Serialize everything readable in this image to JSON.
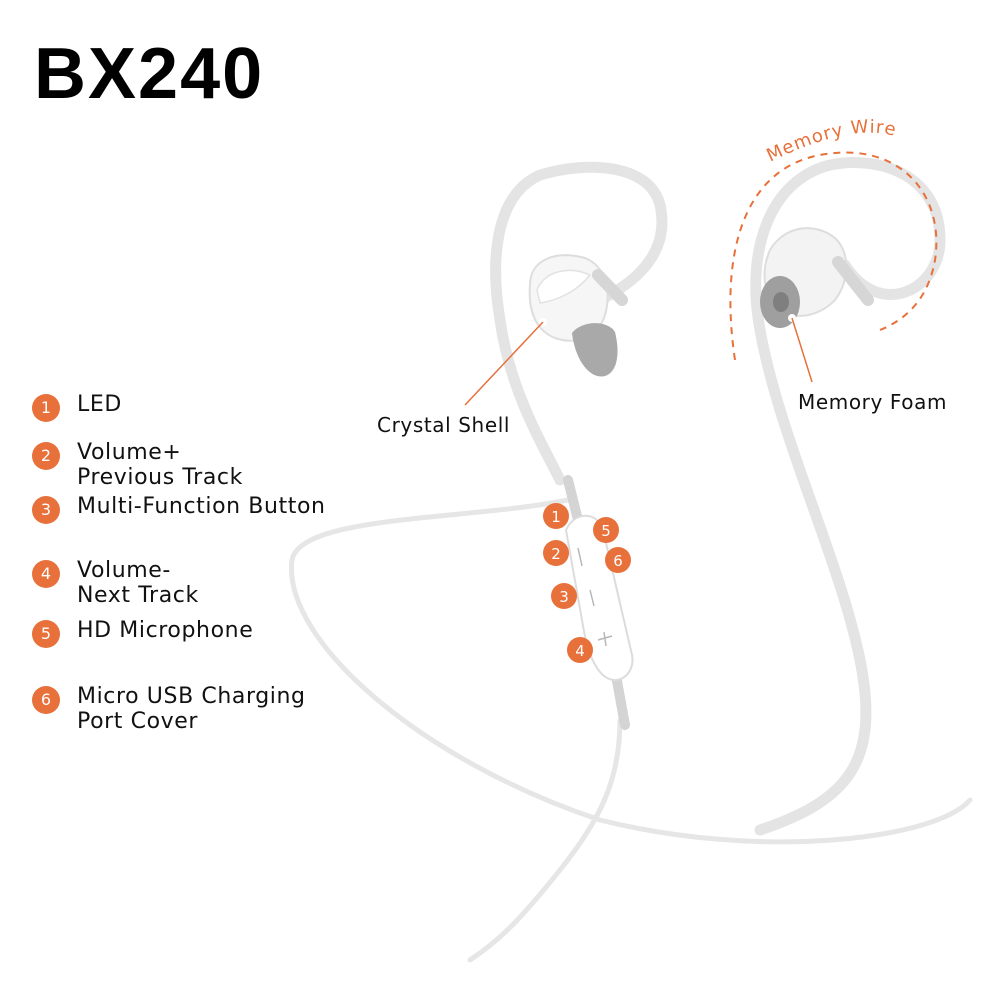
{
  "title": "BX240",
  "accent_color": "#e8703a",
  "features": [
    {
      "num": "1",
      "label": "LED"
    },
    {
      "num": "2",
      "label": "Volume+\nPrevious Track"
    },
    {
      "num": "3",
      "label": "Multi-Function Button"
    },
    {
      "num": "4",
      "label": "Volume-\nNext Track"
    },
    {
      "num": "5",
      "label": "HD Microphone"
    },
    {
      "num": "6",
      "label": "Micro USB Charging\nPort Cover"
    }
  ],
  "callouts": {
    "crystal_shell": "Crystal Shell",
    "memory_foam": "Memory Foam",
    "memory_wire": "Memory Wire"
  },
  "remote_markers": [
    "1",
    "5",
    "2",
    "6",
    "3",
    "4"
  ]
}
